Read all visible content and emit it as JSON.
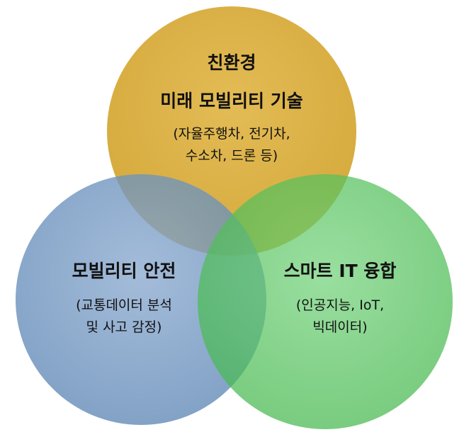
{
  "diagram": {
    "type": "venn",
    "circles": [
      {
        "id": "top",
        "title_line1": "친환경",
        "title_line2": "미래 모빌리티 기술",
        "detail_line1": "(자율주행차, 전기차,",
        "detail_line2": "수소차, 드론 등)",
        "color": "#d9ad3e"
      },
      {
        "id": "left",
        "title": "모빌리티 안전",
        "detail_line1": "(교통데이터 분석",
        "detail_line2": "및 사고 감정)",
        "color": "#7096c0"
      },
      {
        "id": "right",
        "title": "스마트 IT 융합",
        "detail_line1": "(인공지능, IoT,",
        "detail_line2": "빅데이터)",
        "color": "#55c45e"
      }
    ]
  }
}
